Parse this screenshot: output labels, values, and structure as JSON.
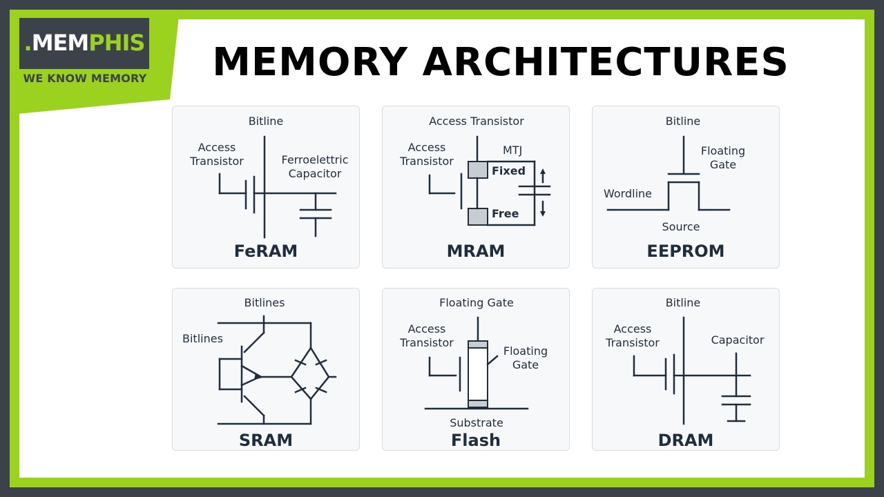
{
  "brand": {
    "dot": ".",
    "name_a": "MEM",
    "name_b": "PHIS",
    "tagline": "WE KNOW MEMORY"
  },
  "title": "MEMORY ARCHITECTURES",
  "colors": {
    "accent": "#9bd21f",
    "dark": "#3b4249",
    "ink": "#1f2d3d",
    "fill": "#c8cdd2"
  },
  "cards": {
    "feram": {
      "name": "FeRAM",
      "top": "Bitline",
      "access": "Access\nTransistor",
      "cap": "Ferroelettric\nCapacitor"
    },
    "mram": {
      "name": "MRAM",
      "top": "Access Transistor",
      "access": "Access\nTransistor",
      "mtj": "MTJ",
      "fixed": "Fixed",
      "free": "Free"
    },
    "eeprom": {
      "name": "EEPROM",
      "top": "Bitline",
      "floating": "Floating\nGate",
      "wordline": "Wordline",
      "source": "Source"
    },
    "sram": {
      "name": "SRAM",
      "top": "Bitlines",
      "side": "Bitlines"
    },
    "flash": {
      "name": "Flash",
      "top": "Floating Gate",
      "access": "Access\nTransistor",
      "floating": "Floating\nGate",
      "substrate": "Substrate"
    },
    "dram": {
      "name": "DRAM",
      "top": "Bitline",
      "access": "Access\nTransistor",
      "cap": "Capacitor"
    }
  }
}
